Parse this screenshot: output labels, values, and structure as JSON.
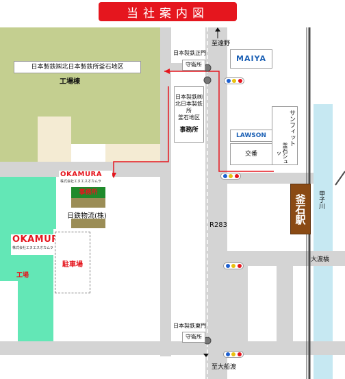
{
  "title": "当社案内図",
  "colors": {
    "title_bg": "#e5161e",
    "plant_area": "#c4cf90",
    "plant_light": "#f4ebd3",
    "okamura_area": "#63e7b6",
    "road": "#d4d4d4",
    "river": "#c6e8f2",
    "rail": "#4a4a4a",
    "station": "#8a4a14",
    "route_arrow": "#e5161e",
    "parking_text": "#e5161e",
    "office_box": "#1f8a2b",
    "logistics_box": "#9b8d56"
  },
  "labels": {
    "plant_name": "日本製鉄㈱北日本製鉄所釜石地区",
    "factory_building": "工場棟",
    "plant_office_line1": "日本製鉄㈱",
    "plant_office_line2": "北日本製鉄所",
    "plant_office_line3": "釜石地区",
    "plant_office": "事務所",
    "main_gate": "日本製鉄正門",
    "east_gate": "日本製鉄東門",
    "guard_post": "守衛所",
    "guard_post_2": "守衛所",
    "to_toono": "至遠野",
    "to_ofunato": "至大船渡",
    "maiya": "MAIYA",
    "lawson": "LAWSON",
    "police_box": "交番",
    "sunfit": "サンフィット",
    "sunfit_sub": "釜石シュッ",
    "station": "釜石駅",
    "river": "甲子川",
    "bridge": "大渡橋",
    "route": "R283",
    "okamura_logo": "OKAMURA",
    "okamura_logo_2": "OKAMURA",
    "okamura_company": "株式会社エヌエスオカムラ",
    "okamura_company_2": "株式会社エヌエスオカムラ",
    "office": "事務所",
    "logistics": "日鉄物流(株)",
    "parking": "駐車場",
    "factory": "工場"
  }
}
